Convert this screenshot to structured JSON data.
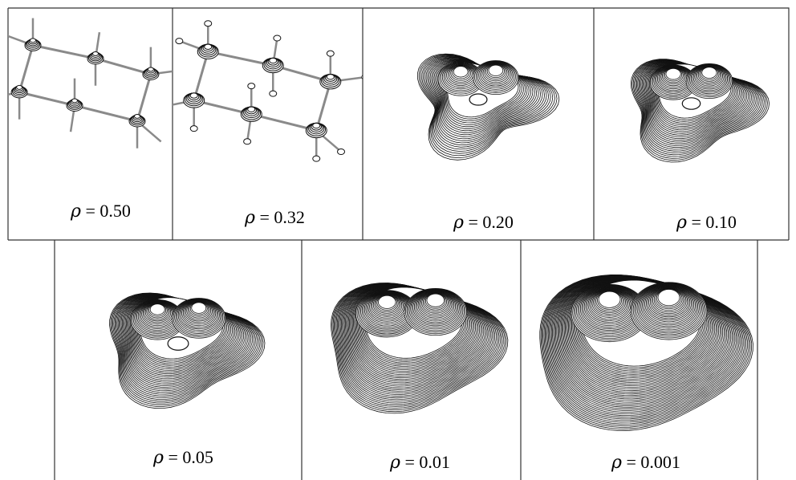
{
  "panels": [
    {
      "symbol": "ρ",
      "rest": " = 0.50",
      "level": 0.5
    },
    {
      "symbol": "ρ",
      "rest": " = 0.32",
      "level": 0.32
    },
    {
      "symbol": "ρ",
      "rest": " = 0.20",
      "level": 0.2
    },
    {
      "symbol": "ρ",
      "rest": " = 0.10",
      "level": 0.1
    },
    {
      "symbol": "ρ",
      "rest": " = 0.05",
      "level": 0.05
    },
    {
      "symbol": "ρ",
      "rest": " = 0.01",
      "level": 0.01
    },
    {
      "symbol": "ρ",
      "rest": " = 0.001",
      "level": 0.001
    }
  ],
  "colors": {
    "stroke": "#111111",
    "bond": "#8a8a8a",
    "border": "#333333"
  }
}
